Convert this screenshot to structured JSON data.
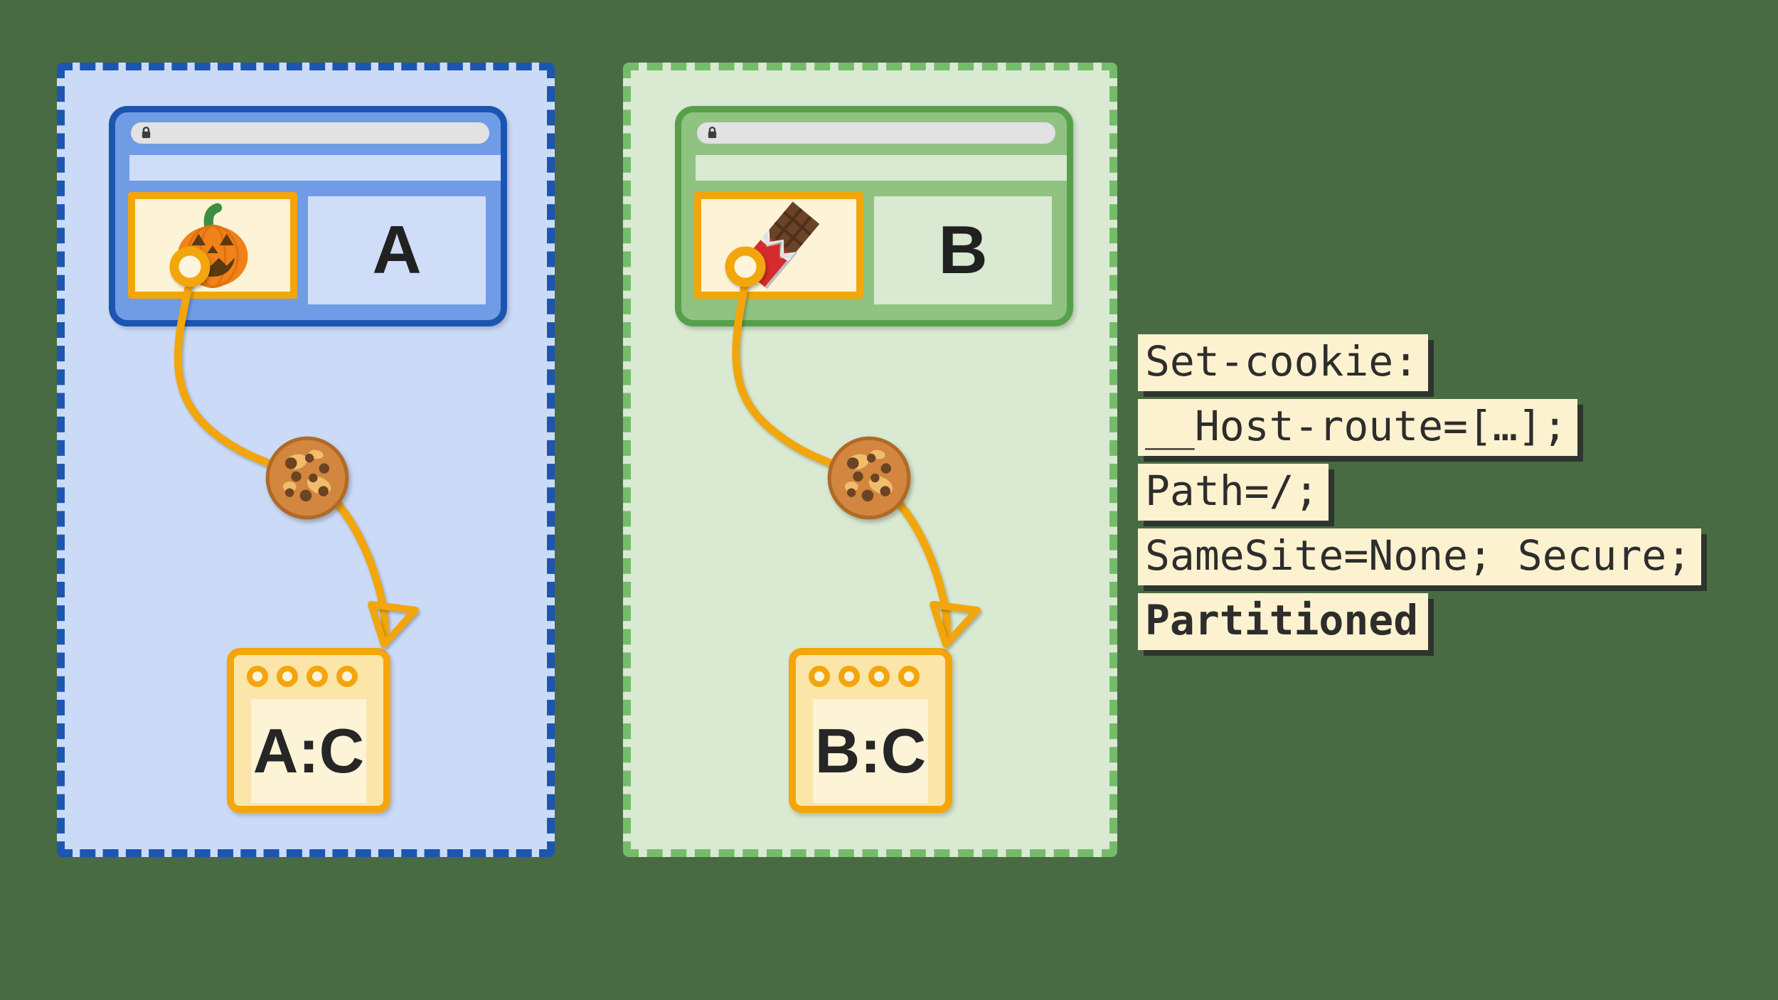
{
  "background_color": "#486b44",
  "partitions": [
    {
      "id": "site-a",
      "accent_dash": "#1d56b0",
      "container_fill": "#cbdbf7",
      "browser_frame_fill": "#6f9ce4",
      "browser_frame_border": "#1b55b0",
      "url_bar_fill": "#e2e2e2",
      "lock_icon": "lock",
      "embed_icon": "pumpkin",
      "embed_frame_border": "#f4a50c",
      "embed_frame_fill": "#fdf3d7",
      "site_label": "A",
      "cookie_icon": "cookie",
      "flow_color": "#f2a60c",
      "storage_label": "A:C",
      "storage_border": "#f4a50c",
      "storage_fill": "#fbe5a9"
    },
    {
      "id": "site-b",
      "accent_dash": "#74bc69",
      "container_fill": "#d9e9d2",
      "browser_frame_fill": "#90c281",
      "browser_frame_border": "#56a04c",
      "url_bar_fill": "#e2e2e2",
      "lock_icon": "lock",
      "embed_icon": "chocolate-bar",
      "embed_frame_border": "#f4a50c",
      "embed_frame_fill": "#fdf3d7",
      "site_label": "B",
      "cookie_icon": "cookie",
      "flow_color": "#f2a60c",
      "storage_label": "B:C",
      "storage_border": "#f4a50c",
      "storage_fill": "#fbe5a9"
    }
  ],
  "code_block": {
    "background": "#fdf2cf",
    "text_color": "#2d2d2d",
    "lines": [
      {
        "text": "Set-cookie:",
        "bold": false
      },
      {
        "text": "__Host-route=[…];",
        "bold": false
      },
      {
        "text": "Path=/;",
        "bold": false
      },
      {
        "text": "SameSite=None; Secure;",
        "bold": false
      },
      {
        "text": "Partitioned",
        "bold": true
      }
    ]
  }
}
